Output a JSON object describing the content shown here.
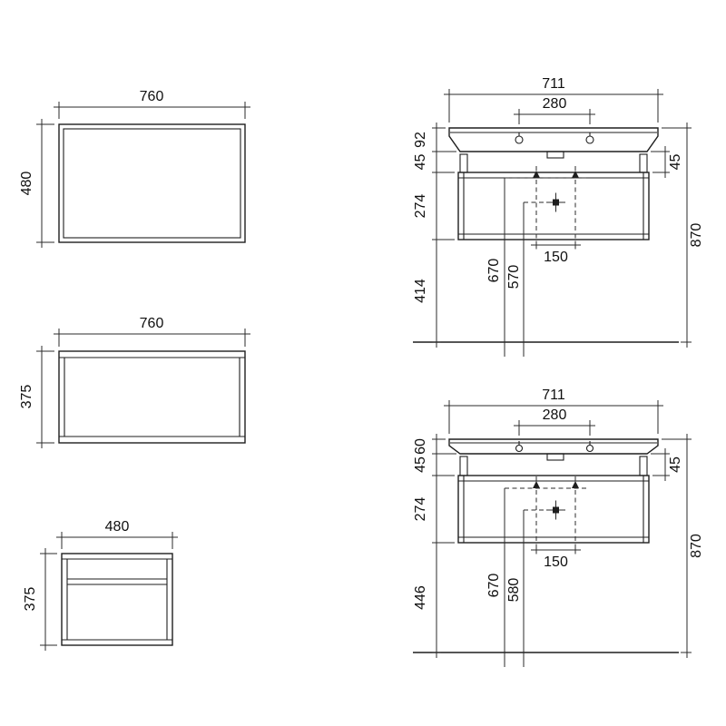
{
  "views": {
    "mirror_front": {
      "width": "760",
      "height": "480"
    },
    "cabinet_front": {
      "width": "760",
      "height": "375"
    },
    "cabinet_side": {
      "width": "480",
      "height": "375"
    },
    "section_a": {
      "overall_width": "711",
      "tap_hole_spacing": "280",
      "basin_height": "92",
      "mount_gap": "45",
      "side_bracket": "45",
      "cabinet_height": "274",
      "floor_clearance": "414",
      "total_height": "870",
      "supply_height": "670",
      "drain_height": "570",
      "connection_spacing": "150"
    },
    "section_b": {
      "overall_width": "711",
      "tap_hole_spacing": "280",
      "basin_height": "60",
      "mount_gap": "45",
      "side_bracket": "45",
      "cabinet_height": "274",
      "floor_clearance": "446",
      "total_height": "870",
      "supply_height": "670",
      "drain_height": "580",
      "connection_spacing": "150"
    }
  }
}
